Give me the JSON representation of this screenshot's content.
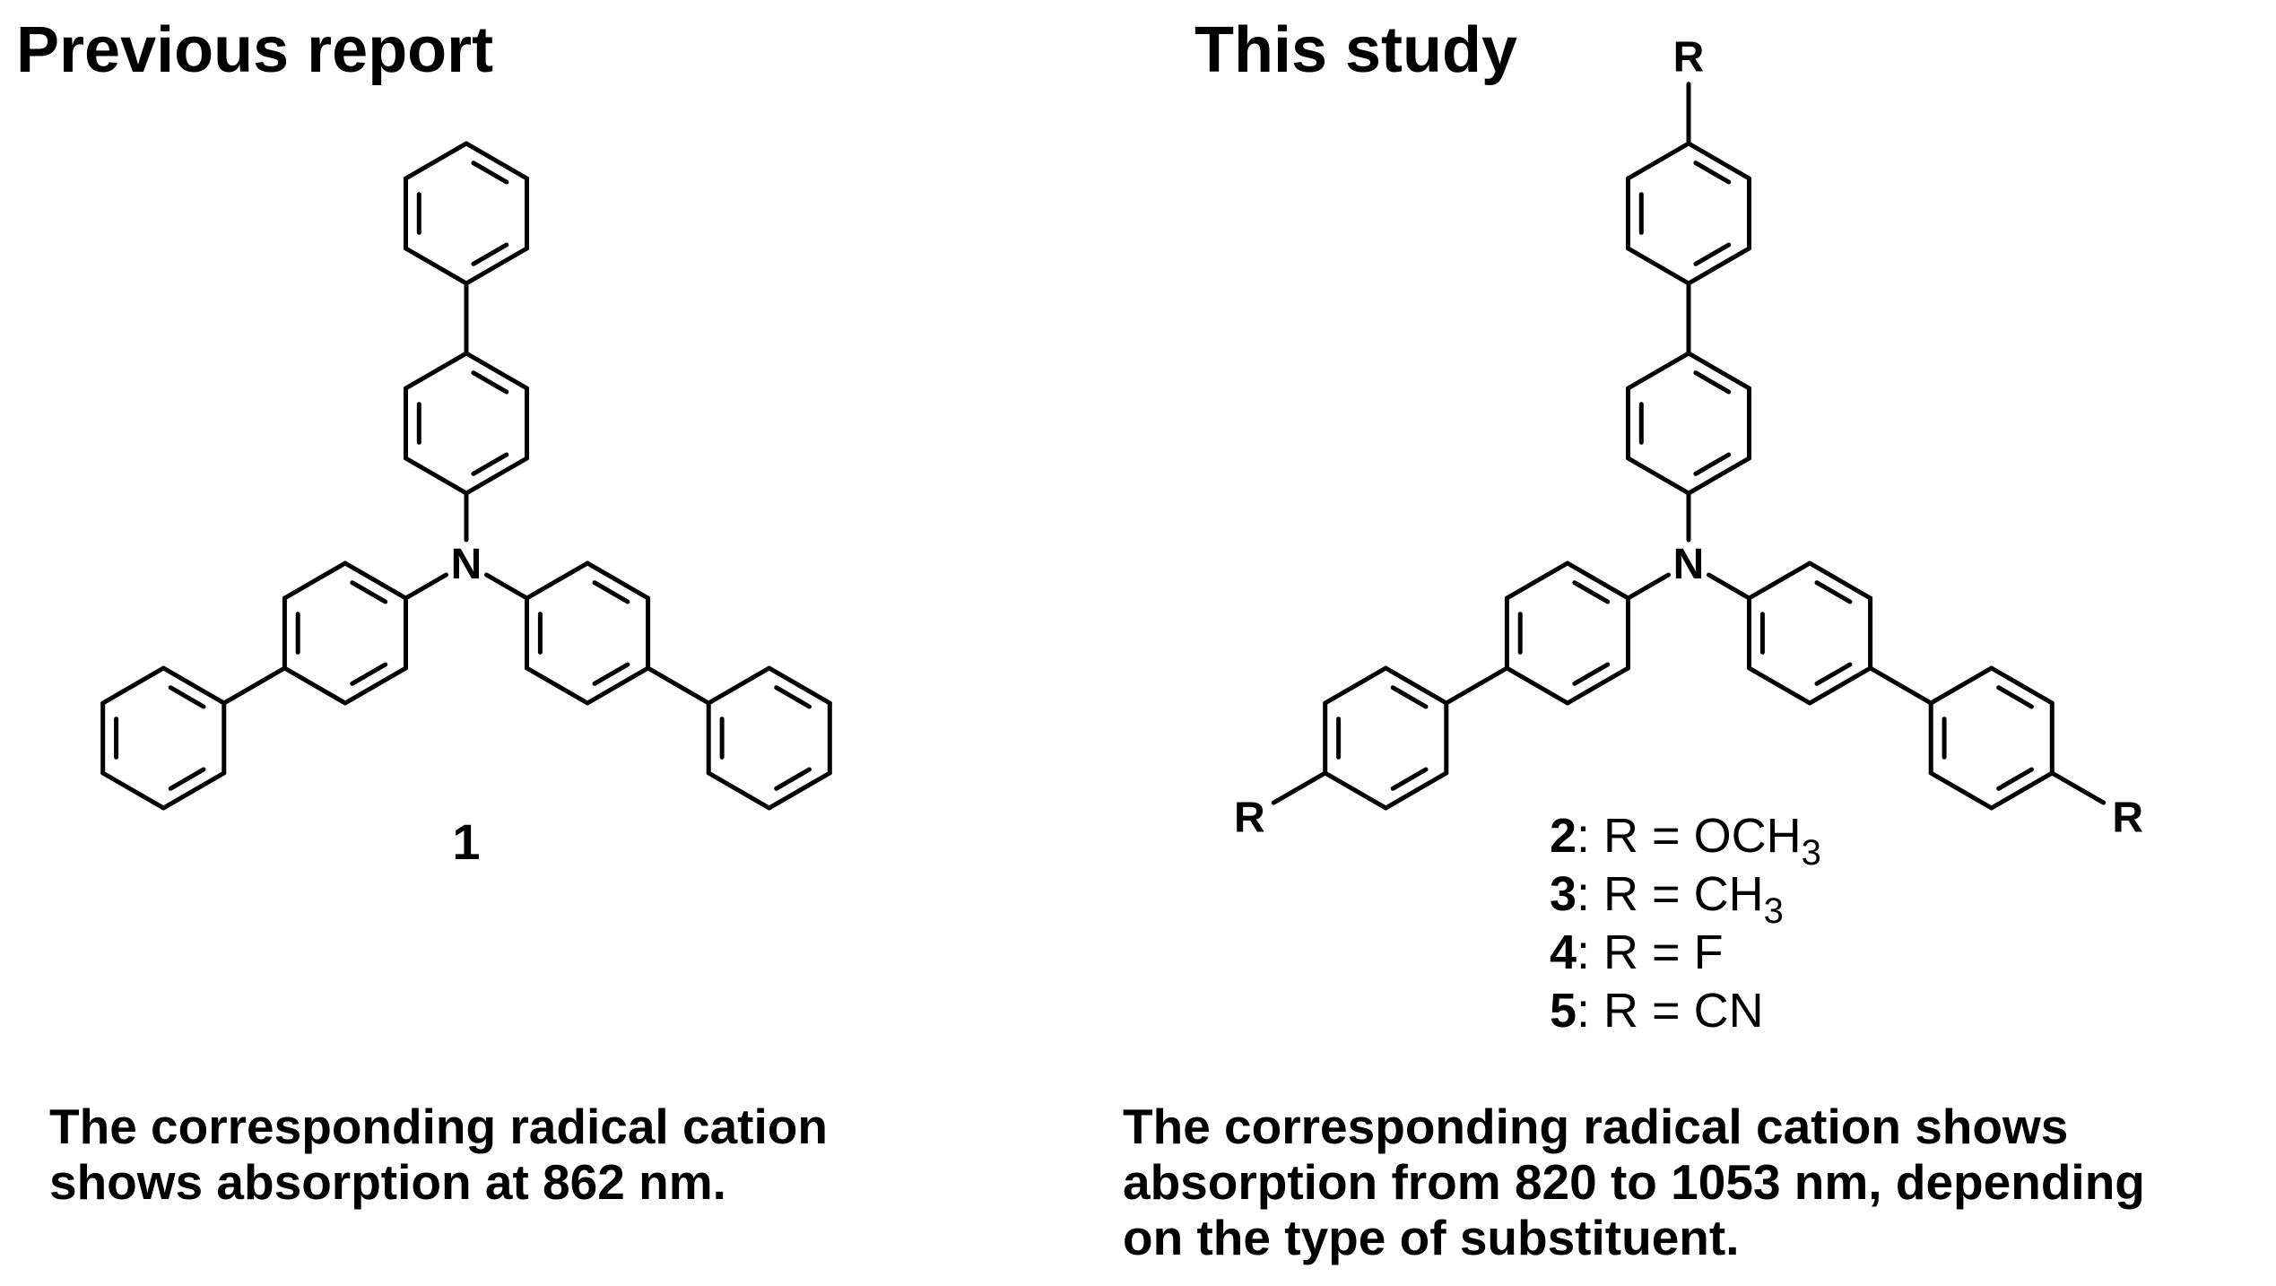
{
  "left": {
    "heading": "Previous report",
    "compound_label": "1",
    "caption_lines": [
      "The corresponding radical cation",
      "shows absorption at 862 nm."
    ]
  },
  "right": {
    "heading": "This study",
    "substituent_label": "R",
    "compounds": [
      {
        "number": "2",
        "rest": ": R = OCH",
        "sub": "3"
      },
      {
        "number": "3",
        "rest": ": R = CH",
        "sub": "3"
      },
      {
        "number": "4",
        "rest": ": R = F",
        "sub": ""
      },
      {
        "number": "5",
        "rest": ": R = CN",
        "sub": ""
      }
    ],
    "caption_lines": [
      "The corresponding radical cation shows",
      "absorption from 820 to 1053 nm, depending",
      "on the type of substituent."
    ]
  },
  "atoms": {
    "nitrogen": "N"
  }
}
